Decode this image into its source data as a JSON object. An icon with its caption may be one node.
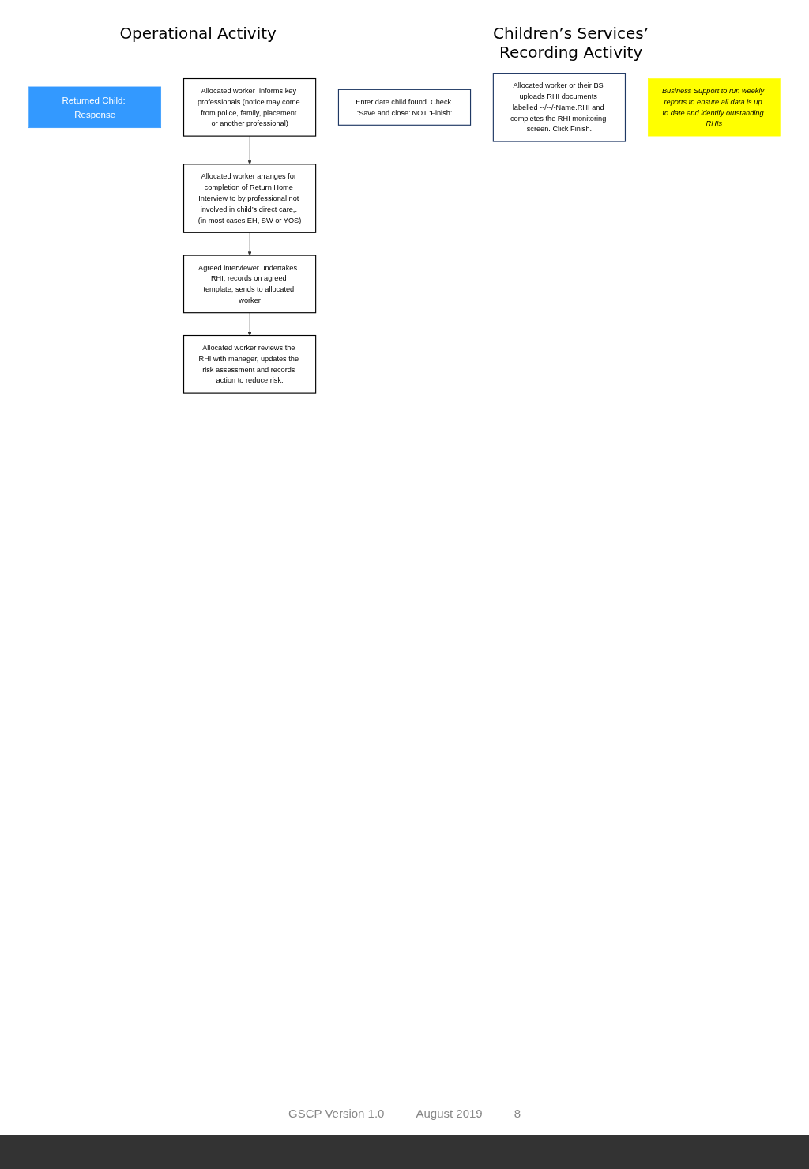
{
  "diagram": {
    "nodes": [
      {
        "text": [
          "Returned Child: Response"
        ]
      },
      {
        "text": [
          "Allocated worker  informs key professionals (notice may come from police, family, placement or another professional)"
        ]
      },
      {
        "text": [
          "Allocated worker arranges for completion of Return Home Interview to by professional not involved in child’s direct care,. (in most cases EH, SW or YOS)"
        ]
      },
      {
        "text": [
          "Agreed interviewer undertakes  RHI, records on agreed template, sends to allocated worker"
        ]
      },
      {
        "text": [
          "Allocated worker reviews the RHI with manager, updates the risk assessment and records action to reduce risk."
        ]
      },
      {
        "text": [
          "Enter date child found. Check ‘Save and close’ NOT ‘Finish’"
        ]
      },
      {
        "text": [
          "Allocated worker or their BS uploads RHI documents labelled --/--/-Name.RHI and completes the RHI monitoring screen. Click Finish."
        ]
      },
      {
        "text": [
          "Business Support to run weekly reports to ensure all data is up to date and identify outstanding RHIs"
        ]
      }
    ],
    "edges": [
      {
        "from": 1,
        "to": 2,
        "arrow": "to"
      },
      {
        "from": 2,
        "to": 3,
        "arrow": "to"
      },
      {
        "from": 3,
        "to": 4,
        "arrow": "to"
      }
    ],
    "labels": [
      "Operational Activity",
      "Children’s Services’ Recording Activity",
      "GSCP Version 1.0",
      "August 2019",
      "8"
    ]
  }
}
